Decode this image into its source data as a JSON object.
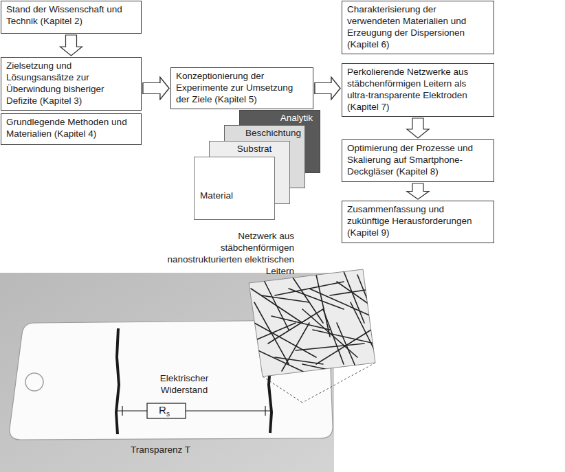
{
  "diagram": {
    "nodes": [
      {
        "text": [
          "Stand der Wissenschaft und Technik (Kapitel 2)"
        ]
      },
      {
        "text": [
          "Zielsetzung und Lösungsansätze zur Überwindung bisheriger Defizite (Kapitel 3)"
        ]
      },
      {
        "text": [
          "Grundlegende Methoden und Materialien (Kapitel 4)"
        ]
      },
      {
        "text": [
          "Konzeptionierung der Experimente zur Umsetzung der Ziele (Kapitel 5)"
        ]
      },
      {
        "text": [
          "Analytik"
        ]
      },
      {
        "text": [
          "Beschichtung"
        ]
      },
      {
        "text": [
          "Substrat"
        ]
      },
      {
        "text": [
          "Material"
        ]
      },
      {
        "text": [
          "Charakterisierung der verwendeten Materialien und Erzeugung der Dispersionen (Kapitel 6)"
        ]
      },
      {
        "text": [
          "Perkolierende Netzwerke aus stäbchenförmigen Leitern als ultra-transparente Elektroden (Kapitel 7)"
        ]
      },
      {
        "text": [
          "Optimierung der Prozesse und Skalierung auf Smartphone-Deckgläser (Kapitel 8)"
        ]
      },
      {
        "text": [
          "Zusammenfassung und zukünftige Herausforderungen (Kapitel 9)"
        ]
      }
    ],
    "edges": [
      {
        "from": 0,
        "to": 1,
        "arrow": "to"
      },
      {
        "from": 1,
        "to": 3,
        "arrow": "to"
      },
      {
        "from": 2,
        "to": 3,
        "arrow": "to"
      },
      {
        "from": 3,
        "to": 8,
        "arrow": "to"
      },
      {
        "from": 3,
        "to": 9,
        "arrow": "to"
      },
      {
        "from": 9,
        "to": 10,
        "arrow": "to"
      },
      {
        "from": 10,
        "to": 11,
        "arrow": "to"
      }
    ],
    "labels": [
      "Netzwerk aus stäbchenförmigen nanostrukturierten elektrischen Leitern",
      "Elektrischer Widerstand",
      "R",
      "s",
      "Transparenz T"
    ]
  }
}
